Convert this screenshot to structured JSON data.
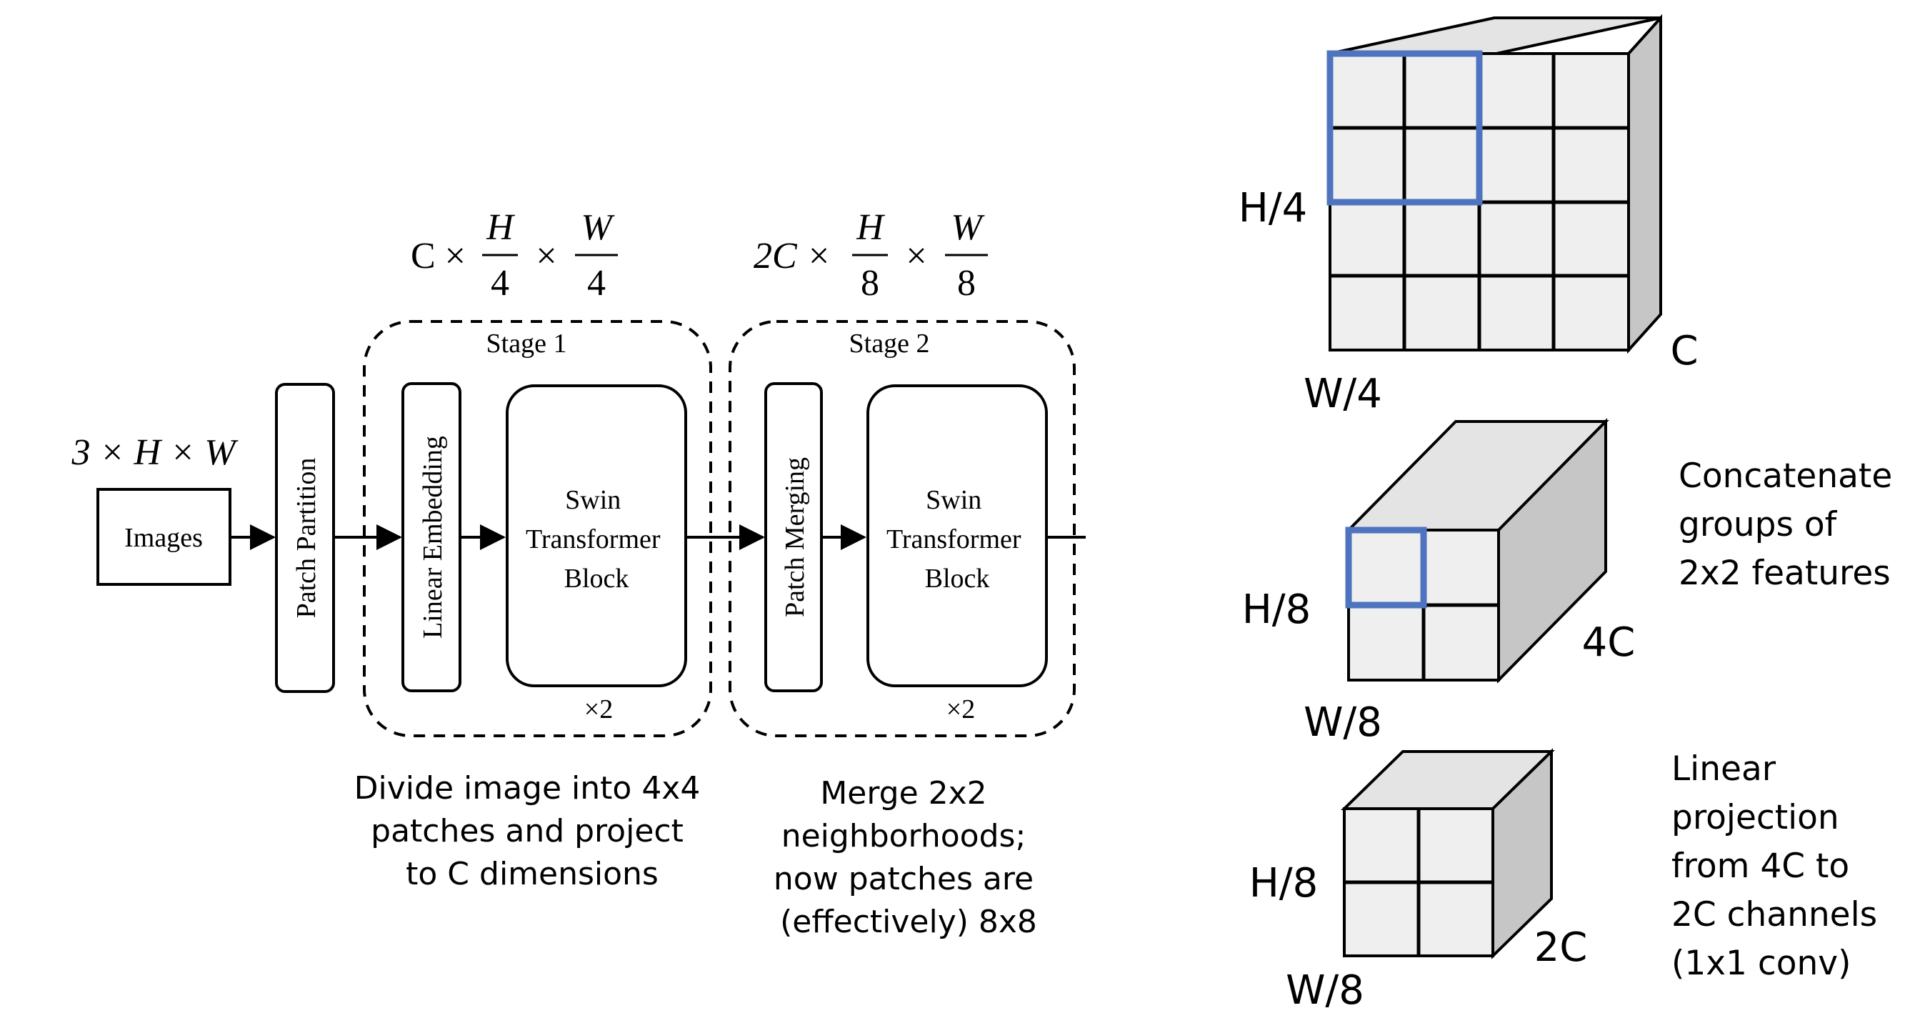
{
  "left_diagram": {
    "input": {
      "dims_text": "3 × H × W",
      "images_label": "Images"
    },
    "patch_partition_label": "Patch Partition",
    "stage1": {
      "title": "Stage 1",
      "linear_embedding_label": "Linear Embedding",
      "swin_block_lines": [
        "Swin",
        "Transformer",
        "Block"
      ],
      "repeat_label": "×2",
      "dims": {
        "prefix": "C ×",
        "frac1_num": "H",
        "frac1_den": "4",
        "times": "×",
        "frac2_num": "W",
        "frac2_den": "4"
      },
      "caption_lines": [
        "Divide image into 4x4",
        "patches and project",
        "to C dimensions"
      ]
    },
    "stage2": {
      "title": "Stage 2",
      "patch_merging_label": "Patch Merging",
      "swin_block_lines": [
        "Swin",
        "Transformer",
        "Block"
      ],
      "repeat_label": "×2",
      "dims": {
        "prefix": "2C ×",
        "frac1_num": "H",
        "frac1_den": "8",
        "times": "×",
        "frac2_num": "W",
        "frac2_den": "8"
      },
      "caption_lines": [
        "Merge 2x2",
        "neighborhoods;",
        "now patches are",
        "(effectively) 8x8"
      ]
    }
  },
  "right_diagram": {
    "cube1": {
      "height_label": "H/4",
      "width_label": "W/4",
      "depth_label": "C"
    },
    "cube2": {
      "height_label": "H/8",
      "width_label": "W/8",
      "depth_label": "4C",
      "note_lines": [
        "Concatenate",
        "groups of",
        "2x2 features"
      ]
    },
    "cube3": {
      "height_label": "H/8",
      "width_label": "W/8",
      "depth_label": "2C",
      "note_lines": [
        "Linear",
        "projection",
        "from 4C to",
        "2C channels",
        "(1x1 conv)"
      ]
    },
    "colors": {
      "highlight": "#4f74bf",
      "front_face": "#efefef",
      "top_face": "#e4e4e4",
      "side_face": "#c6c6c6"
    }
  }
}
